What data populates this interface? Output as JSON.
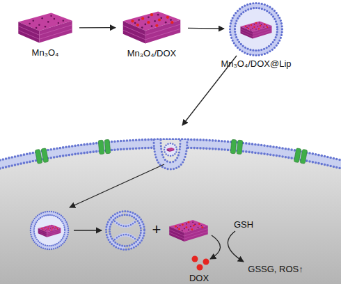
{
  "diagram": {
    "nodes": [
      {
        "text": [
          "Mn₃O₄"
        ]
      },
      {
        "text": [
          "Mn₃O₄/DOX"
        ]
      },
      {
        "text": [
          "Mn₃O₄/DOX@Lip"
        ]
      }
    ],
    "edges": [
      {
        "from": 0,
        "to": 1,
        "arrow": "to"
      },
      {
        "from": 1,
        "to": 2,
        "arrow": "to"
      }
    ],
    "labels": [
      "+",
      "GSH",
      "DOX",
      "GSSG, ROS↑"
    ]
  }
}
